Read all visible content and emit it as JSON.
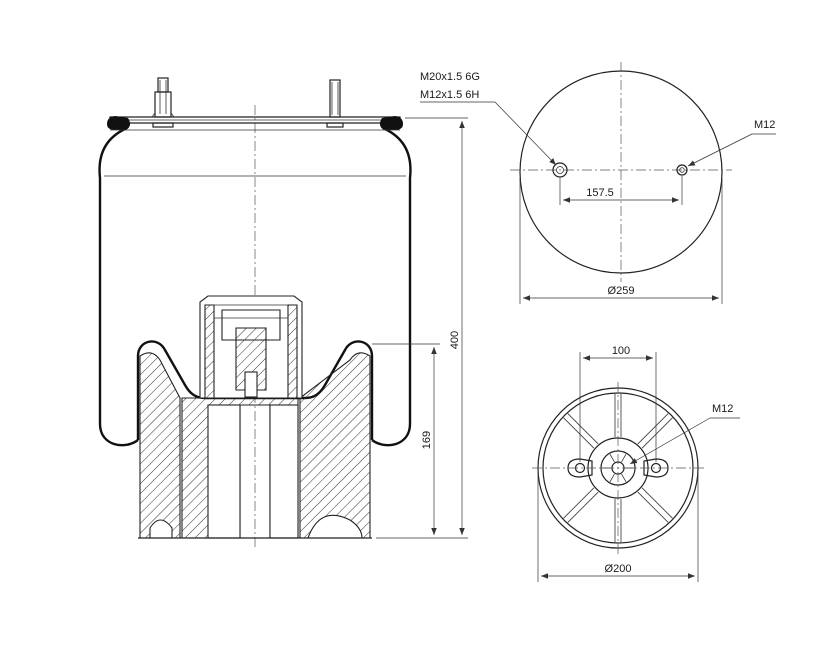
{
  "labels": {
    "side_height": "400",
    "piston_height": "169",
    "thread_main": "M20x1.5 6G",
    "thread_secondary": "M12x1.5 6H",
    "top_stud": "M12",
    "stud_spacing": "157.5",
    "top_diameter": "Ø259",
    "bottom_bolt_spacing": "100",
    "bottom_stud": "M12",
    "bottom_diameter": "Ø200"
  },
  "colors": {
    "line": "#222222",
    "background": "#ffffff"
  }
}
